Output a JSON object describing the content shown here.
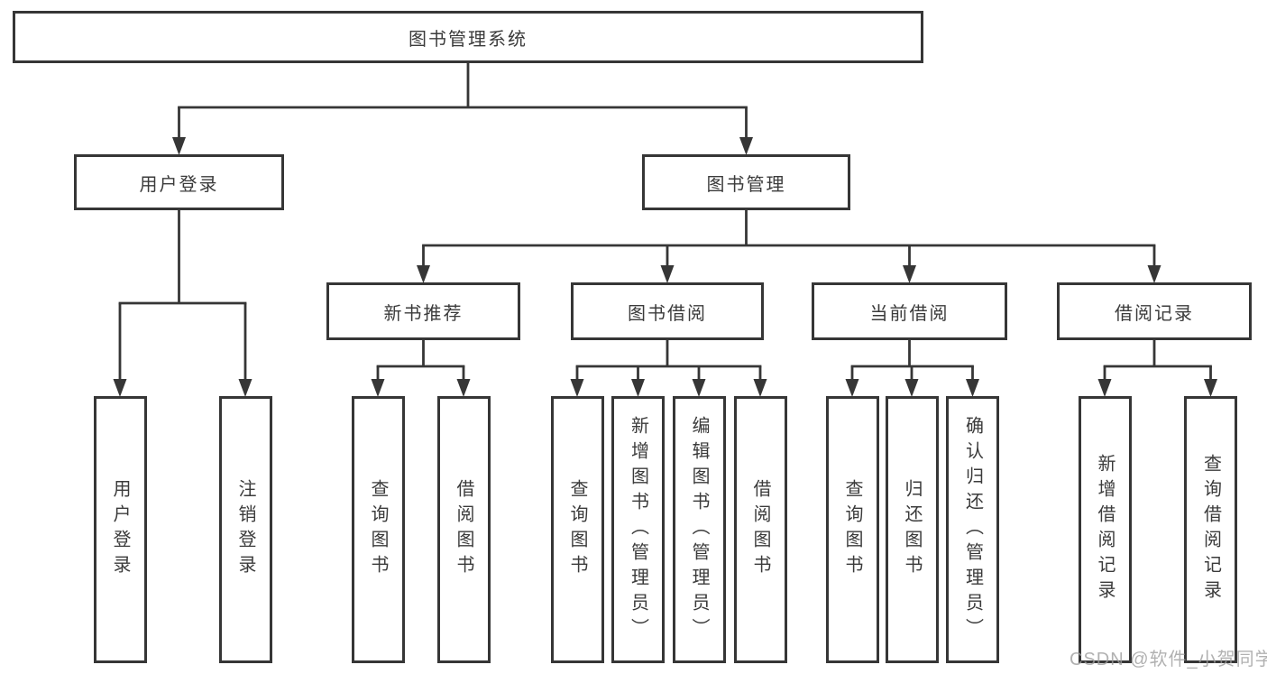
{
  "diagram": {
    "title": "图书管理系统",
    "nodes": [
      {
        "id": "root",
        "label": "图书管理系统",
        "parent": null
      },
      {
        "id": "user-login",
        "label": "用户登录",
        "parent": "root"
      },
      {
        "id": "book-mgmt",
        "label": "图书管理",
        "parent": "root"
      },
      {
        "id": "new-book-rec",
        "label": "新书推荐",
        "parent": "book-mgmt"
      },
      {
        "id": "book-borrow",
        "label": "图书借阅",
        "parent": "book-mgmt"
      },
      {
        "id": "current-borrow",
        "label": "当前借阅",
        "parent": "book-mgmt"
      },
      {
        "id": "borrow-records",
        "label": "借阅记录",
        "parent": "book-mgmt"
      },
      {
        "id": "leaf-user-login",
        "label": "用户登录",
        "parent": "user-login"
      },
      {
        "id": "leaf-logout",
        "label": "注销登录",
        "parent": "user-login"
      },
      {
        "id": "leaf-query-books-1",
        "label": "查询图书",
        "parent": "new-book-rec"
      },
      {
        "id": "leaf-borrow-books-1",
        "label": "借阅图书",
        "parent": "new-book-rec"
      },
      {
        "id": "leaf-query-books-2",
        "label": "查询图书",
        "parent": "book-borrow"
      },
      {
        "id": "leaf-add-books",
        "label": "新增图书（管理员）",
        "parent": "book-borrow"
      },
      {
        "id": "leaf-edit-books",
        "label": "编辑图书（管理员）",
        "parent": "book-borrow"
      },
      {
        "id": "leaf-borrow-books-2",
        "label": "借阅图书",
        "parent": "book-borrow"
      },
      {
        "id": "leaf-query-books-3",
        "label": "查询图书",
        "parent": "current-borrow"
      },
      {
        "id": "leaf-return-books",
        "label": "归还图书",
        "parent": "current-borrow"
      },
      {
        "id": "leaf-confirm-return",
        "label": "确认归还（管理员）",
        "parent": "current-borrow"
      },
      {
        "id": "leaf-add-borrow-record",
        "label": "新增借阅记录",
        "parent": "borrow-records"
      },
      {
        "id": "leaf-query-borrow-record",
        "label": "查询借阅记录",
        "parent": "borrow-records"
      }
    ],
    "colors": {
      "line": "#363636",
      "text": "#3b3b3b",
      "box_bg": "#ffffff"
    },
    "watermark": "CSDN @软件_小贺同学"
  }
}
